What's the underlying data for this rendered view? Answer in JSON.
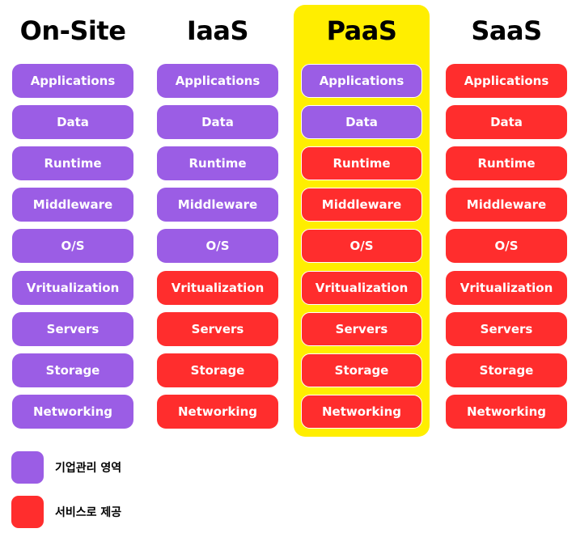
{
  "colors": {
    "managed": "#9b5de5",
    "provided": "#ff2d2d",
    "highlight": "#ffee00"
  },
  "layers": [
    "Applications",
    "Data",
    "Runtime",
    "Middleware",
    "O/S",
    "Vritualization",
    "Servers",
    "Storage",
    "Networking"
  ],
  "columns": [
    {
      "title": "On-Site",
      "highlighted": false,
      "layers": [
        {
          "label": "Applications",
          "type": "managed"
        },
        {
          "label": "Data",
          "type": "managed"
        },
        {
          "label": "Runtime",
          "type": "managed"
        },
        {
          "label": "Middleware",
          "type": "managed"
        },
        {
          "label": "O/S",
          "type": "managed"
        },
        {
          "label": "Vritualization",
          "type": "managed"
        },
        {
          "label": "Servers",
          "type": "managed"
        },
        {
          "label": "Storage",
          "type": "managed"
        },
        {
          "label": "Networking",
          "type": "managed"
        }
      ]
    },
    {
      "title": "IaaS",
      "highlighted": false,
      "layers": [
        {
          "label": "Applications",
          "type": "managed"
        },
        {
          "label": "Data",
          "type": "managed"
        },
        {
          "label": "Runtime",
          "type": "managed"
        },
        {
          "label": "Middleware",
          "type": "managed"
        },
        {
          "label": "O/S",
          "type": "managed"
        },
        {
          "label": "Vritualization",
          "type": "provided"
        },
        {
          "label": "Servers",
          "type": "provided"
        },
        {
          "label": "Storage",
          "type": "provided"
        },
        {
          "label": "Networking",
          "type": "provided"
        }
      ]
    },
    {
      "title": "PaaS",
      "highlighted": true,
      "layers": [
        {
          "label": "Applications",
          "type": "managed"
        },
        {
          "label": "Data",
          "type": "managed"
        },
        {
          "label": "Runtime",
          "type": "provided"
        },
        {
          "label": "Middleware",
          "type": "provided"
        },
        {
          "label": "O/S",
          "type": "provided"
        },
        {
          "label": "Vritualization",
          "type": "provided"
        },
        {
          "label": "Servers",
          "type": "provided"
        },
        {
          "label": "Storage",
          "type": "provided"
        },
        {
          "label": "Networking",
          "type": "provided"
        }
      ]
    },
    {
      "title": "SaaS",
      "highlighted": false,
      "layers": [
        {
          "label": "Applications",
          "type": "provided"
        },
        {
          "label": "Data",
          "type": "provided"
        },
        {
          "label": "Runtime",
          "type": "provided"
        },
        {
          "label": "Middleware",
          "type": "provided"
        },
        {
          "label": "O/S",
          "type": "provided"
        },
        {
          "label": "Vritualization",
          "type": "provided"
        },
        {
          "label": "Servers",
          "type": "provided"
        },
        {
          "label": "Storage",
          "type": "provided"
        },
        {
          "label": "Networking",
          "type": "provided"
        }
      ]
    }
  ],
  "legend": {
    "managed_label": "기업관리 영역",
    "provided_label": "서비스로 제공"
  }
}
